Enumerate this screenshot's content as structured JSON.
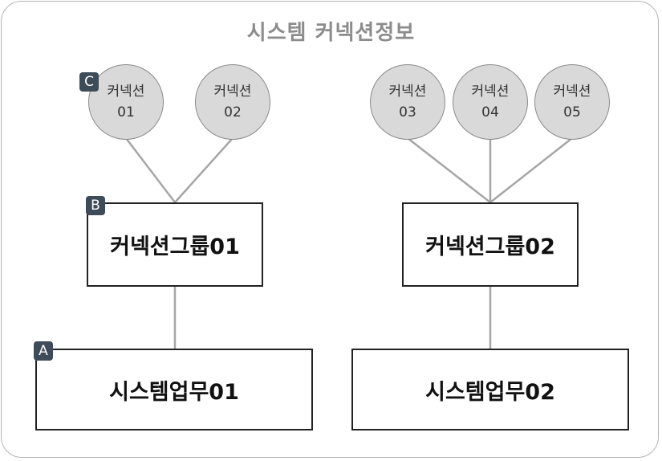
{
  "title": "시스템 커넥션정보",
  "badges": {
    "a": "A",
    "b": "B",
    "c": "C"
  },
  "connections": [
    {
      "label": "커넥션",
      "num": "01"
    },
    {
      "label": "커넥션",
      "num": "02"
    },
    {
      "label": "커넥션",
      "num": "03"
    },
    {
      "label": "커넥션",
      "num": "04"
    },
    {
      "label": "커넥션",
      "num": "05"
    }
  ],
  "groups": [
    "커넥션그룹01",
    "커넥션그룹02"
  ],
  "systems": [
    "시스템업무01",
    "시스템업무02"
  ]
}
